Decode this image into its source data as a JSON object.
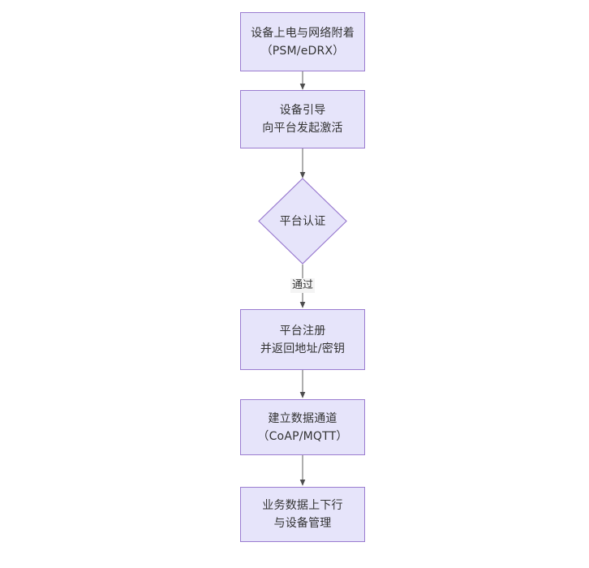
{
  "diagram": {
    "type": "flowchart",
    "orientation": "top-to-bottom",
    "background_color": "#ffffff",
    "node_fill_color": "#e6e4fa",
    "node_border_color": "#9a7bd0",
    "edge_color": "#4d4d4d",
    "text_color": "#333333",
    "nodes": [
      {
        "id": "power-on",
        "shape": "rectangle",
        "line1": "设备上电与网络附着",
        "line2": "（PSM/eDRX）"
      },
      {
        "id": "bootstrap",
        "shape": "rectangle",
        "line1": "设备引导",
        "line2": "向平台发起激活"
      },
      {
        "id": "platform-auth",
        "shape": "diamond",
        "line1": "平台认证",
        "line2": ""
      },
      {
        "id": "platform-register",
        "shape": "rectangle",
        "line1": "平台注册",
        "line2": "并返回地址/密钥"
      },
      {
        "id": "data-channel",
        "shape": "rectangle",
        "line1": "建立数据通道",
        "line2": "（CoAP/MQTT）"
      },
      {
        "id": "service-data",
        "shape": "rectangle",
        "line1": "业务数据上下行",
        "line2": "与设备管理"
      }
    ],
    "edges": [
      {
        "id": "e1",
        "from": "power-on",
        "to": "bootstrap",
        "label": ""
      },
      {
        "id": "e2",
        "from": "bootstrap",
        "to": "platform-auth",
        "label": ""
      },
      {
        "id": "e3",
        "from": "platform-auth",
        "to": "platform-register",
        "label": "通过"
      },
      {
        "id": "e4",
        "from": "platform-register",
        "to": "data-channel",
        "label": ""
      },
      {
        "id": "e5",
        "from": "data-channel",
        "to": "service-data",
        "label": ""
      }
    ]
  }
}
